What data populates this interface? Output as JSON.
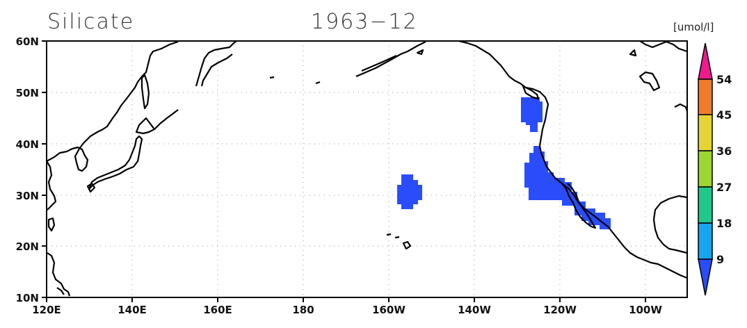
{
  "title": {
    "variable": "Silicate",
    "date": "1963−12"
  },
  "units": "[umol/l]",
  "map": {
    "lat_ticks": [
      "60N",
      "50N",
      "40N",
      "30N",
      "20N",
      "10N"
    ],
    "lon_ticks": [
      "120E",
      "140E",
      "160E",
      "180",
      "160W",
      "140W",
      "120W",
      "100W"
    ],
    "lat_range": [
      10,
      60
    ],
    "lon_range_east": [
      120,
      270
    ],
    "grid": "dotted"
  },
  "colorbar": {
    "labels": [
      "54",
      "45",
      "36",
      "27",
      "18",
      "9"
    ],
    "colors": {
      "above_54": "#ee1a8e",
      "45_54": "#f07c2b",
      "36_45": "#e5d534",
      "27_36": "#9ed631",
      "18_27": "#21c88b",
      "9_18": "#18a5f0",
      "below_9": "#2a4dfb"
    }
  },
  "data_color": "#2a4dfb"
}
